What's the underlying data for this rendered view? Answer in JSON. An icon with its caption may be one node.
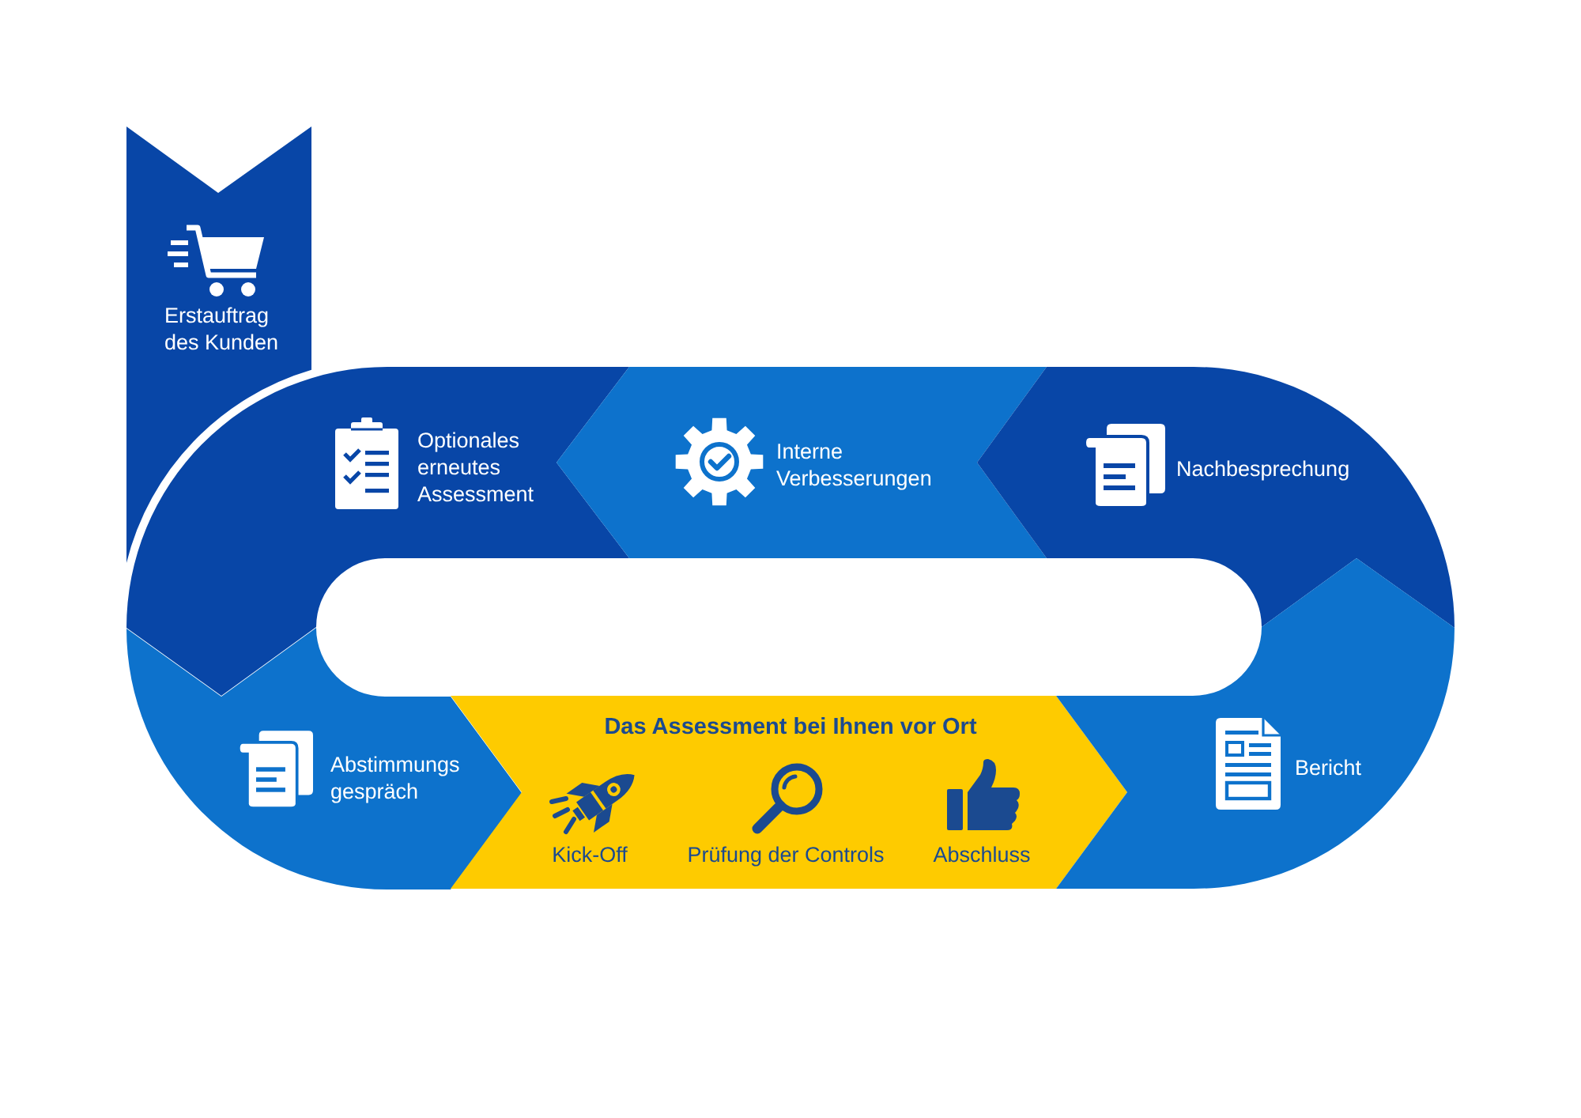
{
  "diagram": {
    "nodes": [
      {
        "text": [
          "Erstauftrag des Kunden"
        ]
      },
      {
        "text": [
          "Optionales erneutes Assessment"
        ]
      },
      {
        "text": [
          "Interne Verbesserungen"
        ]
      },
      {
        "text": [
          "Nachbesprechung"
        ]
      },
      {
        "text": [
          "Abstimmungs gespräch"
        ]
      },
      {
        "text": [
          "Das Assessment bei Ihnen vor Ort",
          "Kick-Off",
          "Prüfung der Controls",
          "Abschluss"
        ]
      },
      {
        "text": [
          "Bericht"
        ]
      }
    ]
  }
}
